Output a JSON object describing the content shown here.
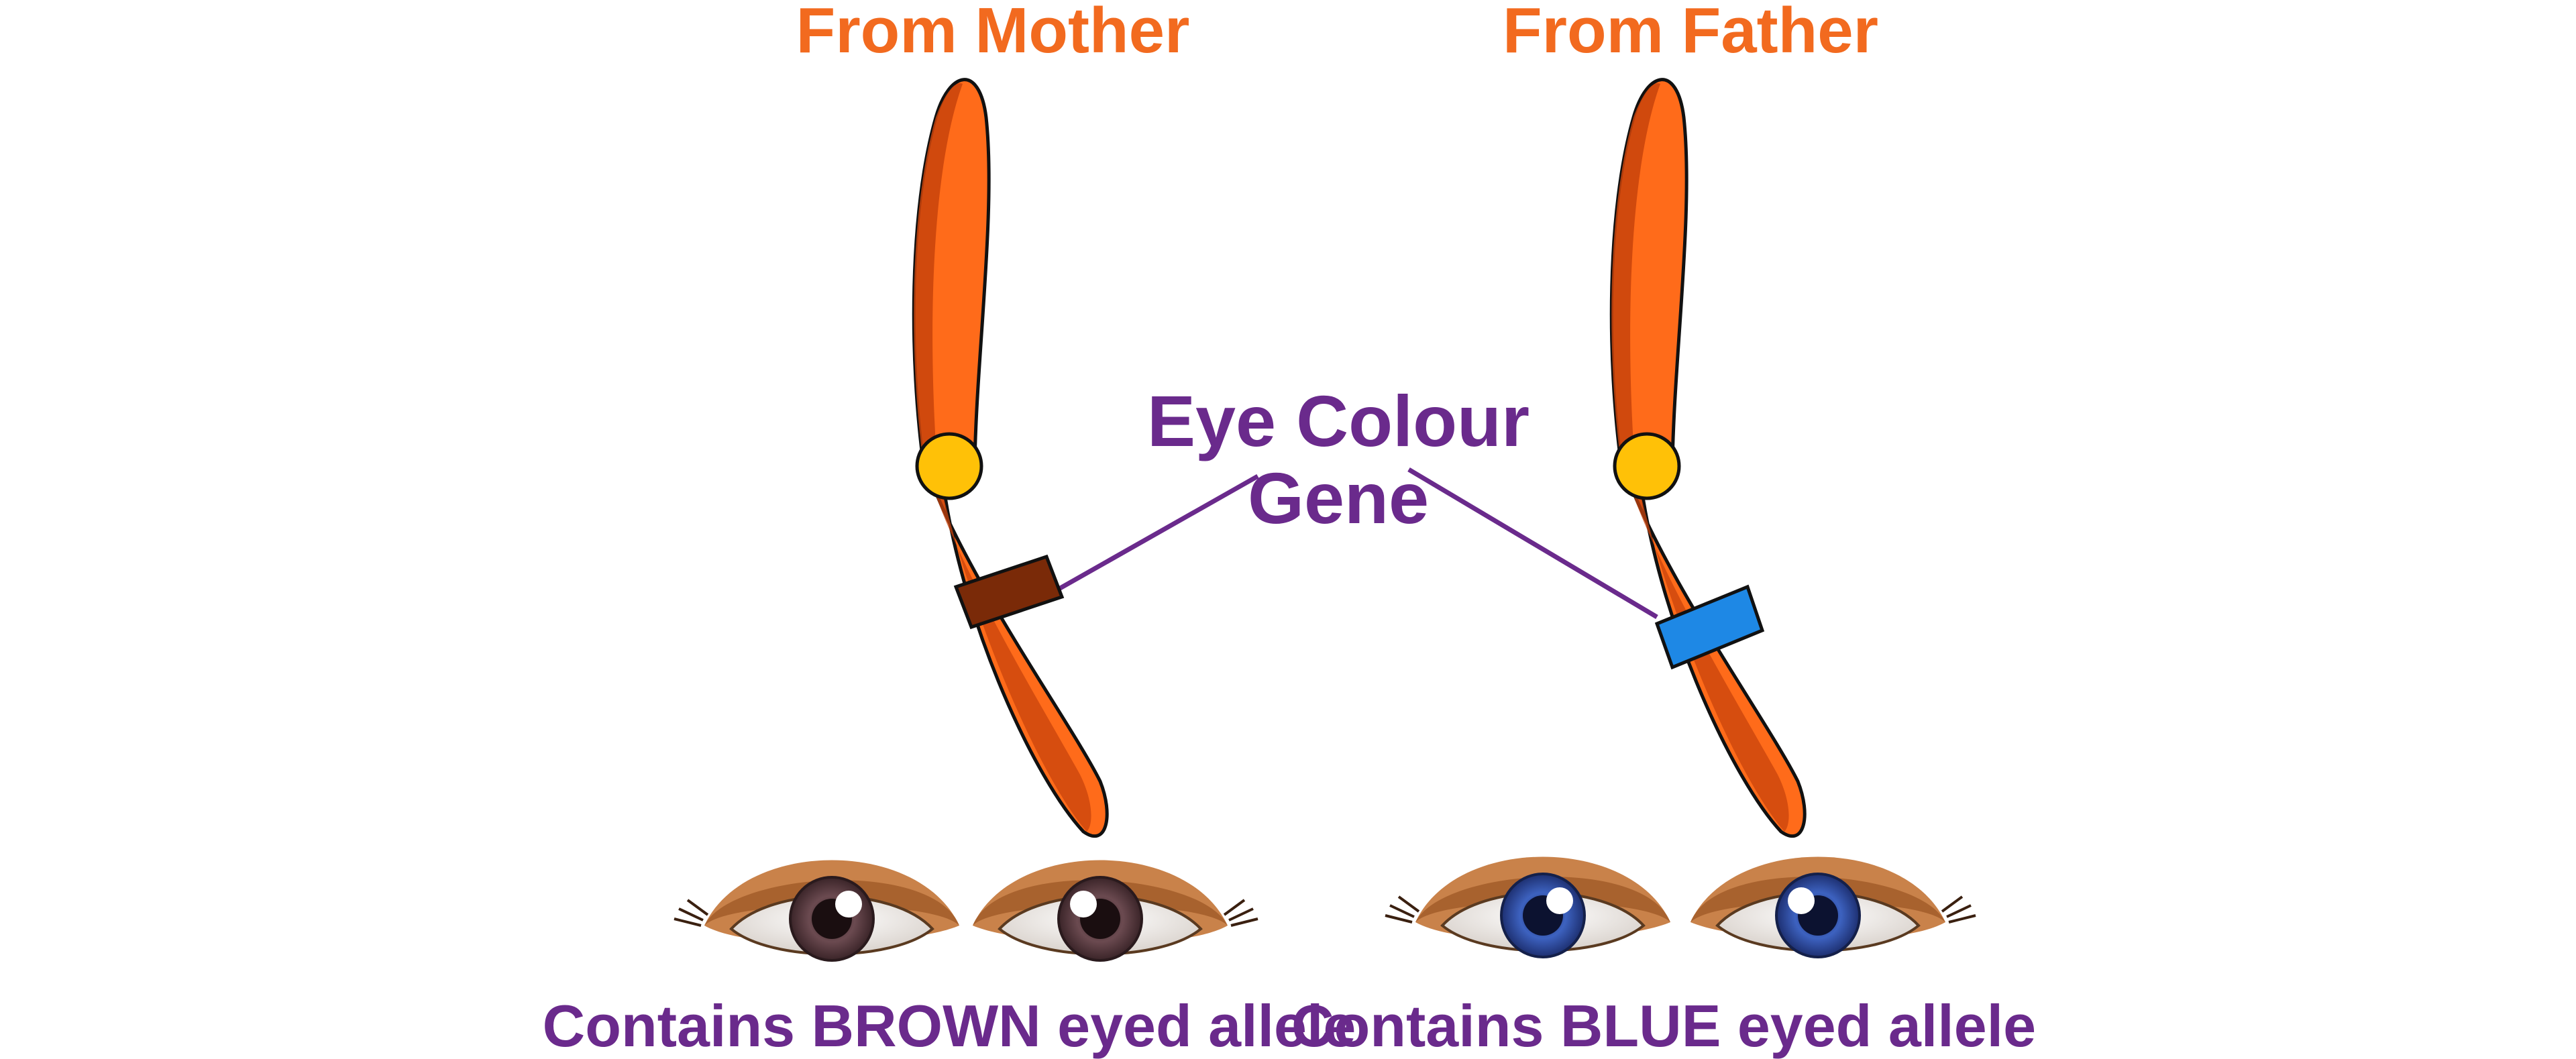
{
  "labels": {
    "mother": "From Mother",
    "father": "From Father",
    "gene_line1": "Eye Colour",
    "gene_line2": "Gene",
    "mother_caption": "Contains BROWN eyed allele",
    "father_caption": "Contains BLUE eyed allele"
  },
  "colors": {
    "chromosome": "#FF6B1A",
    "chromosome_shade": "#C8430C",
    "centromere": "#FFC107",
    "brown_band": "#7A2A08",
    "blue_band": "#1E88E5",
    "title_text": "#F26A1F",
    "purple_text": "#6A2A8C",
    "skin": "#C9824A",
    "skin_dark": "#A8622E",
    "brown_iris": "#5A3A3E",
    "blue_iris": "#2F4FA0"
  },
  "icons": [
    "chromosome-icon",
    "eye-icon"
  ]
}
